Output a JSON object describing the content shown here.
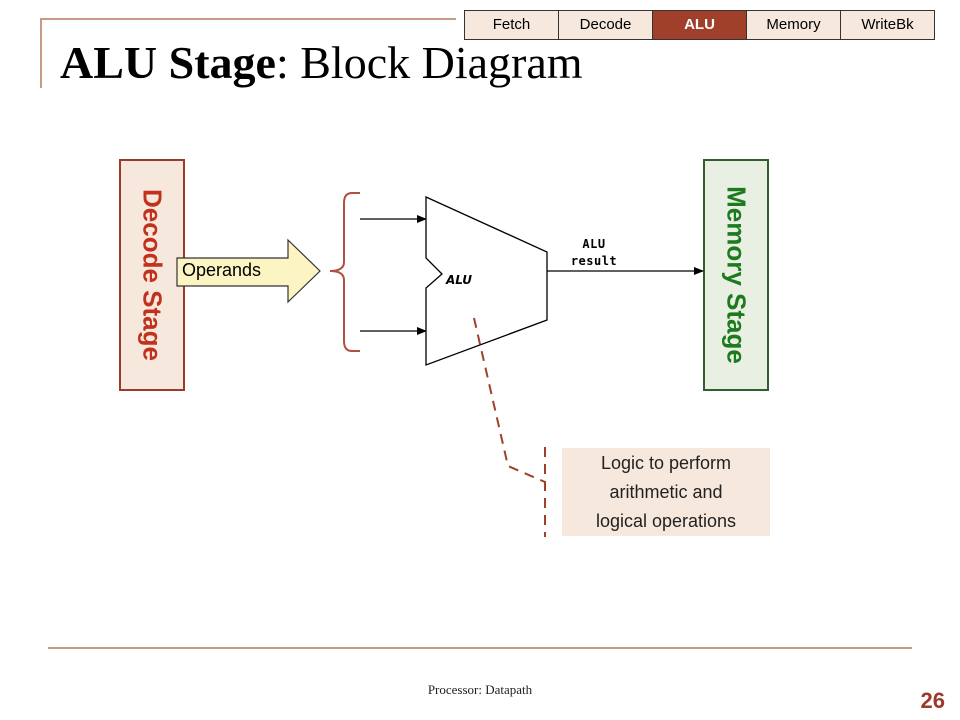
{
  "tabs": [
    {
      "label": "Fetch",
      "active": false
    },
    {
      "label": "Decode",
      "active": false
    },
    {
      "label": "ALU",
      "active": true
    },
    {
      "label": "Memory",
      "active": false
    },
    {
      "label": "WriteBk",
      "active": false
    }
  ],
  "title": {
    "bold": "ALU Stage",
    "rest": ": Block Diagram"
  },
  "stages": {
    "decode": "Decode Stage",
    "memory": "Memory Stage"
  },
  "operands_label": "Operands",
  "alu_label": "ALU",
  "alu_result_label": {
    "line1": "ALU",
    "line2": "result"
  },
  "note": {
    "line1": "Logic to perform",
    "line2": "arithmetic and",
    "line3": "logical operations"
  },
  "footer": "Processor: Datapath",
  "page_number": "26",
  "colors": {
    "accent": "#a0402a",
    "decode_text": "#c0321e",
    "memory_text": "#1e7a1e",
    "tab_bg": "#f6e8dd",
    "note_bg": "#f6e8dd"
  }
}
